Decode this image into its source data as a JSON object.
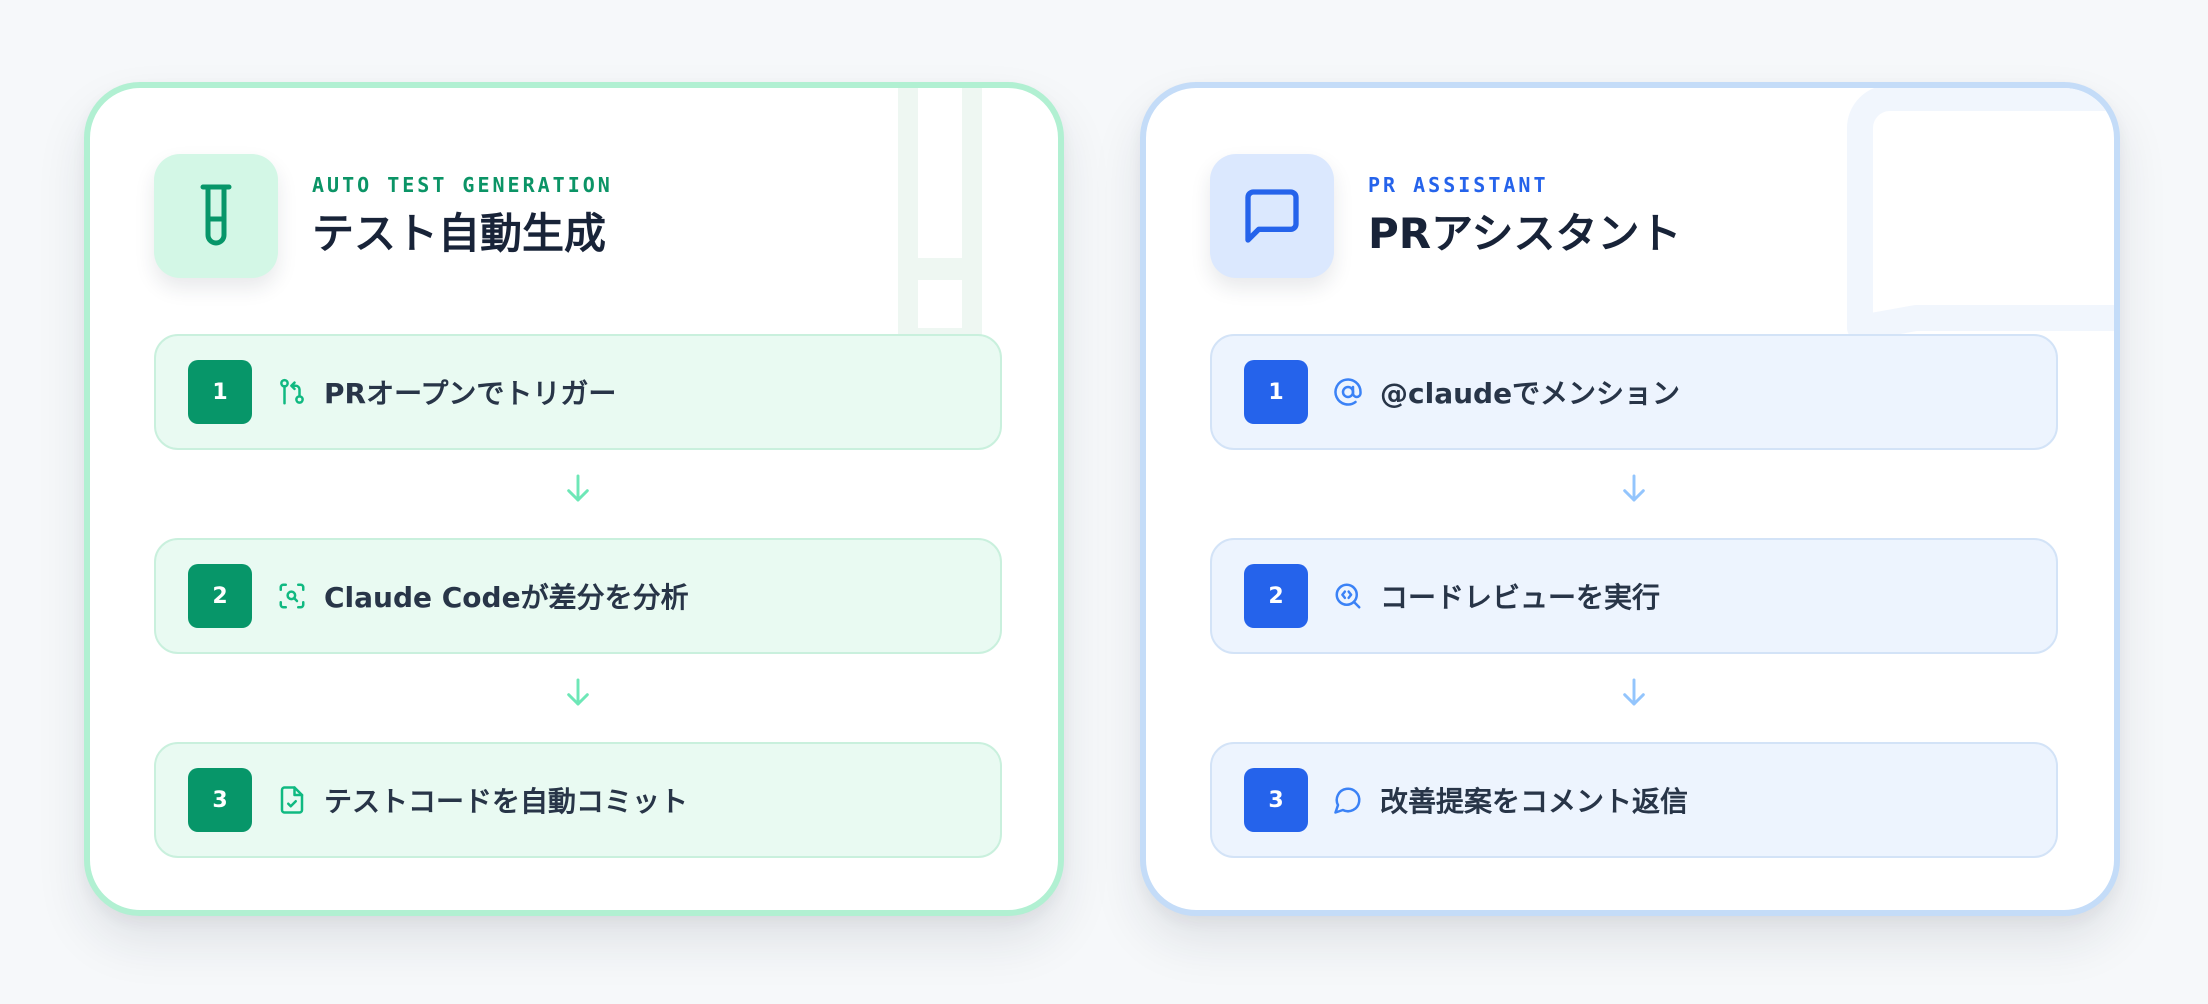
{
  "cards": [
    {
      "eyebrow": "AUTO TEST GENERATION",
      "title": "テスト自動生成",
      "icon": "test-tube-icon",
      "accent": "#059669",
      "steps": [
        {
          "number": "1",
          "icon": "git-pull-request-icon",
          "label": "PRオープンでトリガー"
        },
        {
          "number": "2",
          "icon": "scan-search-icon",
          "label": "Claude Codeが差分を分析"
        },
        {
          "number": "3",
          "icon": "file-check-icon",
          "label": "テストコードを自動コミット"
        }
      ]
    },
    {
      "eyebrow": "PR ASSISTANT",
      "title": "PRアシスタント",
      "icon": "message-square-icon",
      "accent": "#2563eb",
      "steps": [
        {
          "number": "1",
          "icon": "at-sign-icon",
          "label": "@claudeでメンション"
        },
        {
          "number": "2",
          "icon": "search-code-icon",
          "label": "コードレビューを実行"
        },
        {
          "number": "3",
          "icon": "message-circle-icon",
          "label": "改善提案をコメント返信"
        }
      ]
    }
  ]
}
